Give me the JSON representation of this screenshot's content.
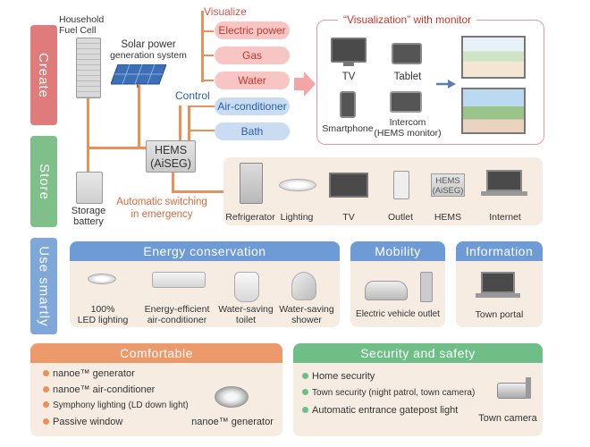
{
  "rows": {
    "create": "Create",
    "store": "Store",
    "use_smartly": "Use smartly"
  },
  "create": {
    "fuel_cell": [
      "Household",
      "Fuel Cell"
    ],
    "solar": [
      "Solar power",
      "generation system"
    ],
    "visualize_label": "Visualize",
    "control_label": "Control",
    "visualize_items": [
      "Electric power",
      "Gas",
      "Water"
    ],
    "control_items": [
      "Air-conditioner",
      "Bath"
    ],
    "hems": [
      "HEMS",
      "(AiSEG)"
    ],
    "auto_switch": [
      "Automatic switching",
      "in emergency"
    ],
    "storage": [
      "Storage",
      "battery"
    ]
  },
  "monitor": {
    "title": "“Visualization” with monitor",
    "tv": "TV",
    "tablet": "Tablet",
    "smartphone": "Smartphone",
    "intercom": [
      "Intercom",
      "(HEMS monitor)"
    ]
  },
  "store_devices": [
    "Refrigerator",
    "Lighting",
    "TV",
    "Outlet",
    "HEMS",
    "Internet"
  ],
  "hems_icon": [
    "HEMS",
    "(AiSEG)"
  ],
  "energy": {
    "title": "Energy conservation",
    "items": [
      [
        "100%",
        "LED lighting"
      ],
      [
        "Energy-efficient",
        "air-conditioner"
      ],
      [
        "Water-saving",
        "toilet"
      ],
      [
        "Water-saving",
        "shower"
      ]
    ]
  },
  "mobility": {
    "title": "Mobility",
    "item": "Electric vehicle outlet"
  },
  "information": {
    "title": "Information",
    "item": "Town portal"
  },
  "comfortable": {
    "title": "Comfortable",
    "items": [
      "nanoe™ generator",
      "nanoe™ air-conditioner",
      "Symphony lighting (LD down light)",
      "Passive window"
    ],
    "device_label": "nanoe™ generator"
  },
  "security": {
    "title": "Security and safety",
    "items": [
      "Home security",
      "Town security (night patrol, town camera)",
      "Automatic entrance gatepost light"
    ],
    "camera_label": "Town camera"
  },
  "colors": {
    "create": "#e07b7b",
    "store": "#7fc08a",
    "use": "#7fa7d8",
    "energy_header": "#6e9bd6",
    "comfortable_header": "#ec9a6c",
    "security_header": "#6fbd87",
    "connector": "#e8925a",
    "arrow": "#f4a6a6"
  }
}
